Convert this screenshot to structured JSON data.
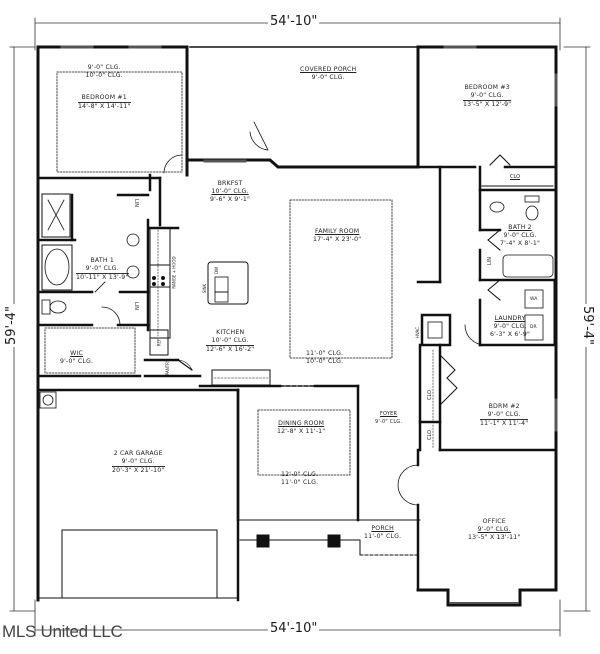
{
  "plan": {
    "overall_width": "54'-10\"",
    "overall_depth": "59'-4\"",
    "watermark": "MLS United LLC"
  },
  "rooms": {
    "bedroom1": {
      "name": "BEDROOM #1",
      "ceiling1": "9'-0\" CLG.",
      "ceiling2": "10'-0\" CLG.",
      "dims": "14'-8\" X 14'-11\""
    },
    "covered_porch": {
      "name": "COVERED PORCH",
      "ceiling": "9'-0\" CLG."
    },
    "bedroom3": {
      "name": "BEDROOM #3",
      "ceiling": "9'-0\" CLG.",
      "dims": "13'-5\" X 12'-9\""
    },
    "brkfst": {
      "name": "BRKFST",
      "ceiling": "10'-0\" CLG.",
      "dims": "9'-6\" X 9'-1\""
    },
    "family_room": {
      "name": "FAMILY ROOM",
      "dims": "17'-4\" X 23'-0\"",
      "ceiling1": "11'-0\" CLG.",
      "ceiling2": "10'-0\" CLG."
    },
    "bath1": {
      "name": "BATH 1",
      "ceiling": "9'-0\" CLG.",
      "dims": "10'-11\" X 13'-9\""
    },
    "wic": {
      "name": "WIC",
      "ceiling": "9'-0\" CLG."
    },
    "kitchen": {
      "name": "KITCHEN",
      "ceiling": "10'-0\" CLG.",
      "dims": "12'-6\" X 16'-2\""
    },
    "bath2": {
      "name": "BATH 2",
      "ceiling": "9'-0\" CLG.",
      "dims": "7'-4\" X 8'-1\""
    },
    "laundry": {
      "name": "LAUNDRY",
      "ceiling": "9'-0\" CLG.",
      "dims": "6'-3\" X 6'-9\""
    },
    "bdrm2": {
      "name": "BDRM #2",
      "ceiling": "9'-0\" CLG.",
      "dims": "11'-1\" X 11'-4\""
    },
    "dining_room": {
      "name": "DINING ROOM",
      "dims": "12'-8\" X 11'-1\"",
      "ceiling1": "12'-0\" CLG.",
      "ceiling2": "11'-0\" CLG."
    },
    "foyer": {
      "name": "FOYER",
      "ceiling": "9'-0\" CLG."
    },
    "garage": {
      "name": "2 CAR GARAGE",
      "ceiling": "9'-0\" CLG.",
      "dims": "20'-3\" X 21'-10\""
    },
    "porch": {
      "name": "PORCH",
      "ceiling": "11'-0\" CLG."
    },
    "office": {
      "name": "OFFICE",
      "ceiling": "9'-0\" CLG.",
      "dims": "13'-5\" X 13'-11\""
    }
  },
  "fixtures": {
    "lin_a": "LIN",
    "lin_b": "LIN",
    "lin_c": "LIN",
    "range_hood": "RANGE + HOOD",
    "ref": "REF",
    "pantry": "PANTRY",
    "dw": "DW",
    "sink": "SINK",
    "clo_bath2": "CLO",
    "clo_a": "CLO",
    "clo_b": "CLO",
    "hvac": "HVAC",
    "wa": "WA",
    "dr": "DR"
  }
}
